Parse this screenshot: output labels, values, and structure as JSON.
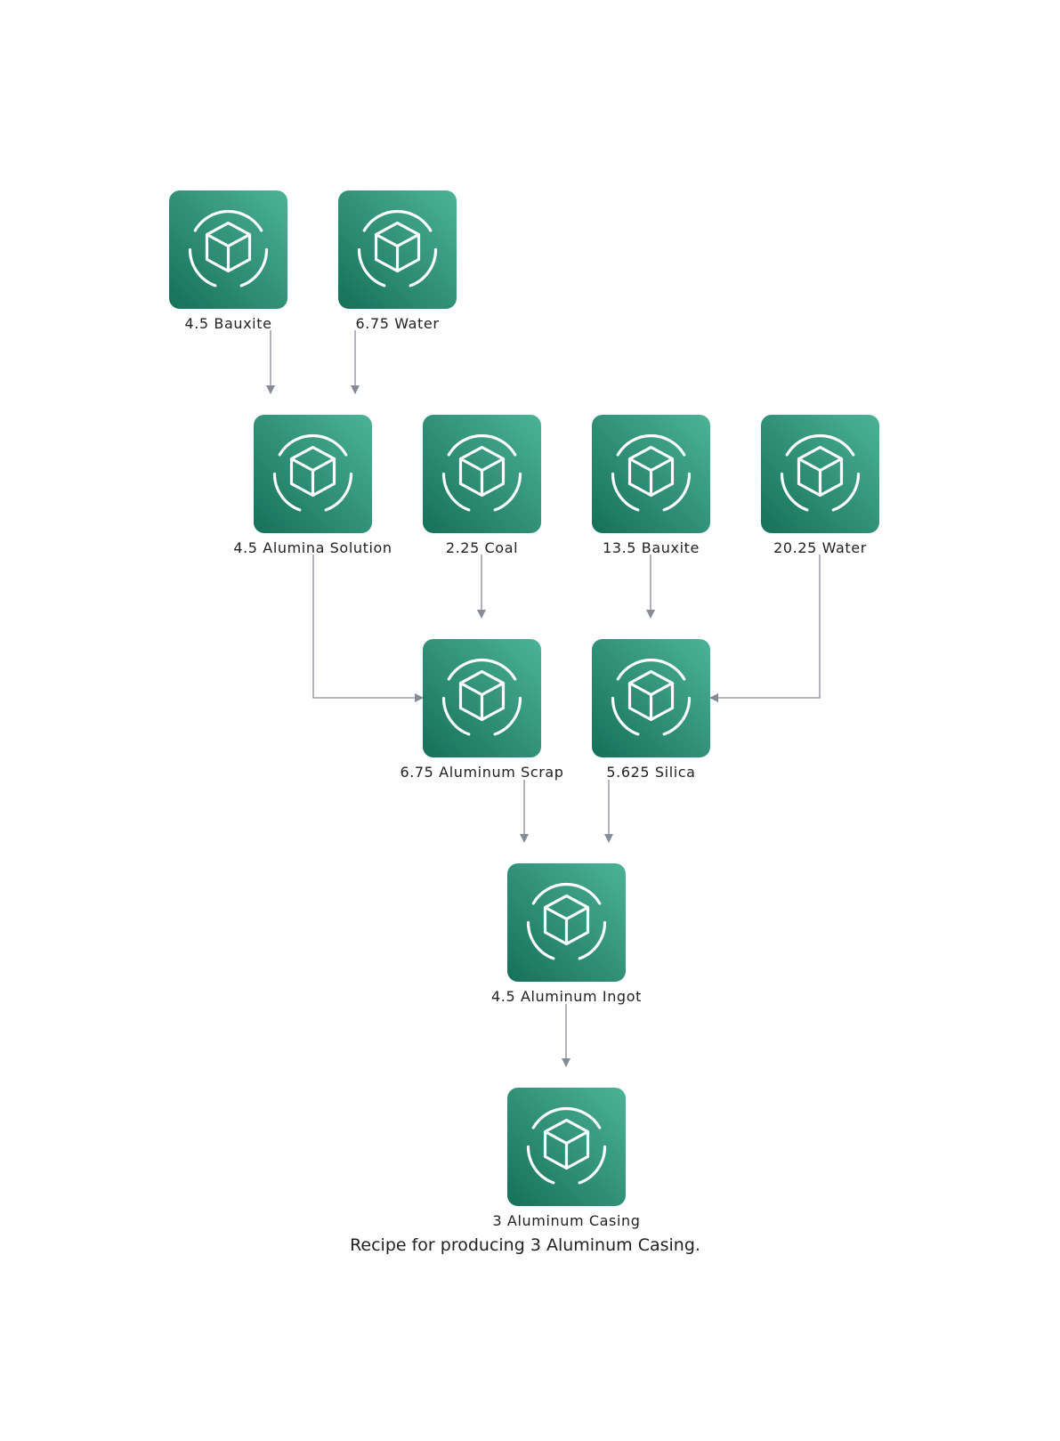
{
  "diagram": {
    "caption": "Recipe for producing 3 Aluminum Casing.",
    "colors": {
      "tile_gradient_start": "#4cb397",
      "tile_gradient_end": "#16705a",
      "edge": "#858c98",
      "icon": "#ffffff",
      "text": "#222222"
    },
    "node_icon": "resource-cube-icon",
    "nodes": [
      {
        "id": "bauxite-1",
        "label": "4.5 Bauxite"
      },
      {
        "id": "water-1",
        "label": "6.75 Water"
      },
      {
        "id": "alumina-solution",
        "label": "4.5 Alumina Solution"
      },
      {
        "id": "coal",
        "label": "2.25 Coal"
      },
      {
        "id": "bauxite-2",
        "label": "13.5 Bauxite"
      },
      {
        "id": "water-2",
        "label": "20.25 Water"
      },
      {
        "id": "aluminum-scrap",
        "label": "6.75 Aluminum Scrap"
      },
      {
        "id": "silica",
        "label": "5.625 Silica"
      },
      {
        "id": "aluminum-ingot",
        "label": "4.5 Aluminum Ingot"
      },
      {
        "id": "aluminum-casing",
        "label": "3 Aluminum Casing"
      }
    ],
    "edges": [
      {
        "from": "bauxite-1",
        "to": "alumina-solution"
      },
      {
        "from": "water-1",
        "to": "alumina-solution"
      },
      {
        "from": "alumina-solution",
        "to": "aluminum-scrap"
      },
      {
        "from": "coal",
        "to": "aluminum-scrap"
      },
      {
        "from": "bauxite-2",
        "to": "silica"
      },
      {
        "from": "water-2",
        "to": "silica"
      },
      {
        "from": "aluminum-scrap",
        "to": "aluminum-ingot"
      },
      {
        "from": "silica",
        "to": "aluminum-ingot"
      },
      {
        "from": "aluminum-ingot",
        "to": "aluminum-casing"
      }
    ]
  }
}
